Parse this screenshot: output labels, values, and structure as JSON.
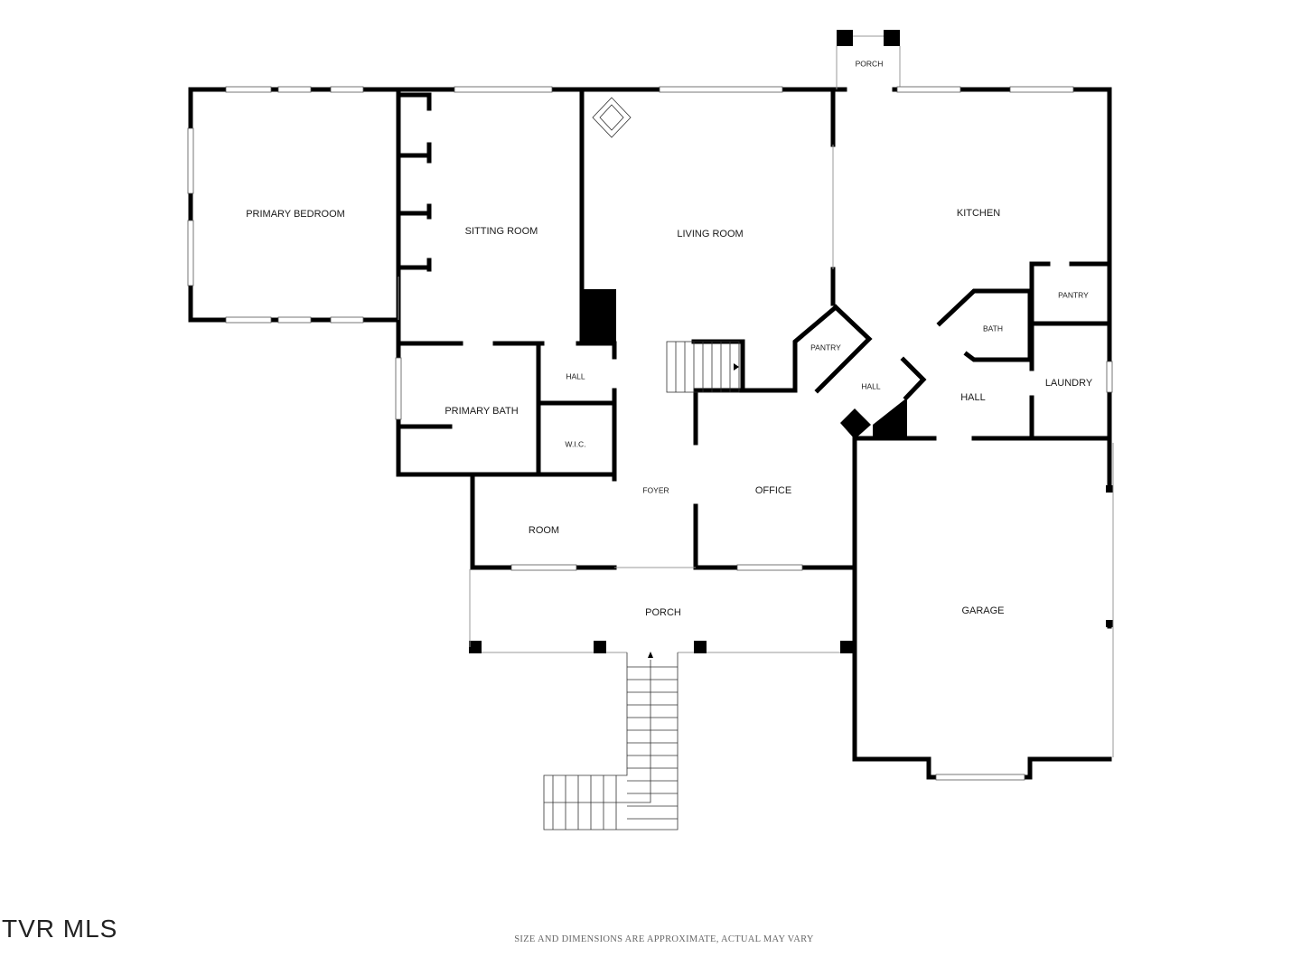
{
  "rooms": {
    "primary_bedroom": "PRIMARY BEDROOM",
    "sitting_room": "SITTING ROOM",
    "living_room": "LIVING ROOM",
    "kitchen": "KITCHEN",
    "porch_top": "PORCH",
    "pantry_right": "PANTRY",
    "bath": "BATH",
    "pantry_mid": "PANTRY",
    "hall_angled": "HALL",
    "hall_right": "HALL",
    "laundry": "LAUNDRY",
    "primary_bath": "PRIMARY BATH",
    "hall_small": "HALL",
    "wic": "W.I.C.",
    "foyer": "FOYER",
    "office": "OFFICE",
    "room": "ROOM",
    "porch_front": "PORCH",
    "garage": "GARAGE"
  },
  "footer": {
    "logo": "TVR MLS",
    "disclaimer": "SIZE AND DIMENSIONS ARE APPROXIMATE, ACTUAL MAY VARY"
  },
  "colors": {
    "wall": "#000000",
    "background": "#ffffff",
    "label": "#1a1a1a"
  }
}
